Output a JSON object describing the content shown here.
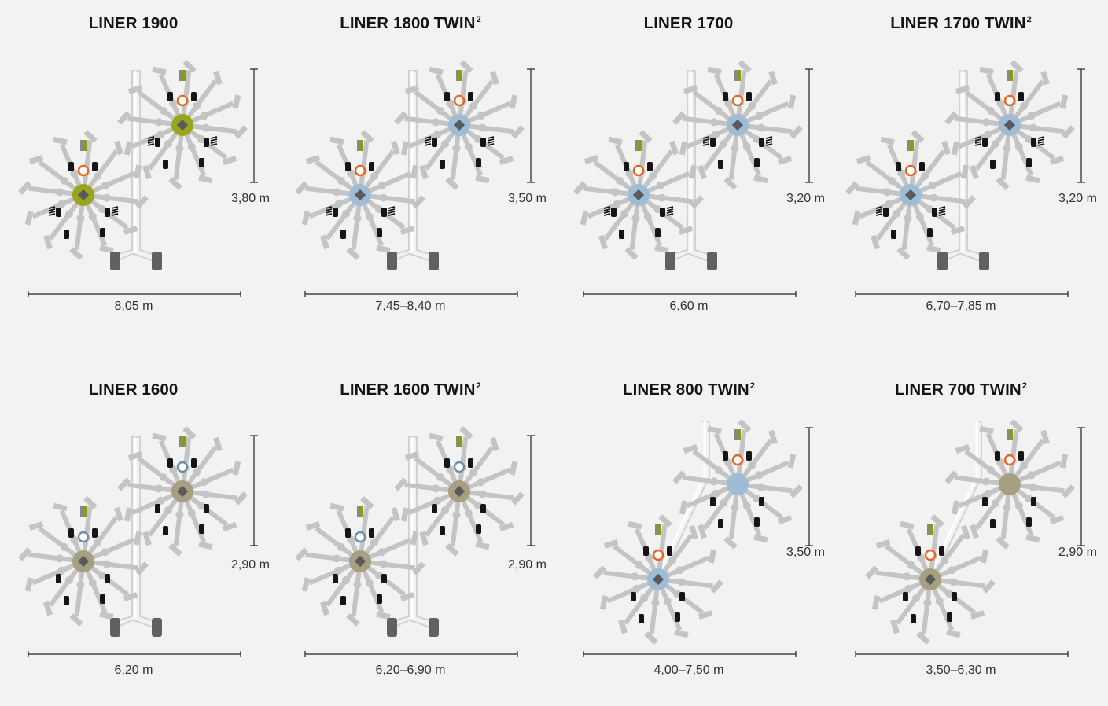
{
  "palette": {
    "background": "#f1f2f1",
    "arm": "#c4c4c4",
    "frame": "#d2d2d2",
    "hub_green": "#97a61b",
    "hub_blue": "#9dbcd6",
    "hub_khaki": "#a6a081",
    "hub_center": "#5a5a5a",
    "ring_orange": "#e8661f",
    "ring_blue": "#6f8fa8",
    "tine": "#151515",
    "wheel": "#616161",
    "tag_green": "#8a9a1a"
  },
  "models": [
    {
      "title": "LINER 1900",
      "sup": "",
      "height": "3,80 m",
      "width": "8,05 m",
      "hub": "green",
      "ring": "orange",
      "springs": true,
      "layout": "tandem",
      "tall": true
    },
    {
      "title": "LINER 1800 TWIN",
      "sup": "2",
      "height": "3,50 m",
      "width": "7,45–8,40 m",
      "hub": "blue",
      "ring": "orange",
      "springs": true,
      "layout": "tandem",
      "tall": false
    },
    {
      "title": "LINER 1700",
      "sup": "",
      "height": "3,20 m",
      "width": "6,60 m",
      "hub": "blue",
      "ring": "orange",
      "springs": true,
      "layout": "tandem",
      "tall": false
    },
    {
      "title": "LINER 1700 TWIN",
      "sup": "2",
      "height": "3,20 m",
      "width": "6,70–7,85 m",
      "hub": "blue",
      "ring": "orange",
      "springs": true,
      "layout": "tandem",
      "tall": false
    },
    {
      "title": "LINER 1600",
      "sup": "",
      "height": "2,90 m",
      "width": "6,20 m",
      "hub": "khaki",
      "ring": "blue",
      "springs": false,
      "layout": "tandem",
      "tall": false
    },
    {
      "title": "LINER 1600 TWIN",
      "sup": "2",
      "height": "2,90 m",
      "width": "6,20–6,90 m",
      "hub": "khaki",
      "ring": "blue",
      "springs": false,
      "layout": "tandem",
      "tall": false
    },
    {
      "title": "LINER 800 TWIN",
      "sup": "2",
      "height": "3,50 m",
      "width": "4,00–7,50 m",
      "hub": "blue",
      "ring": "orange",
      "springs": false,
      "layout": "diagonal",
      "tall": false
    },
    {
      "title": "LINER 700 TWIN",
      "sup": "2",
      "height": "2,90 m",
      "width": "3,50–6,30 m",
      "hub": "khaki",
      "ring": "orange",
      "springs": false,
      "layout": "diagonal",
      "tall": false
    }
  ]
}
